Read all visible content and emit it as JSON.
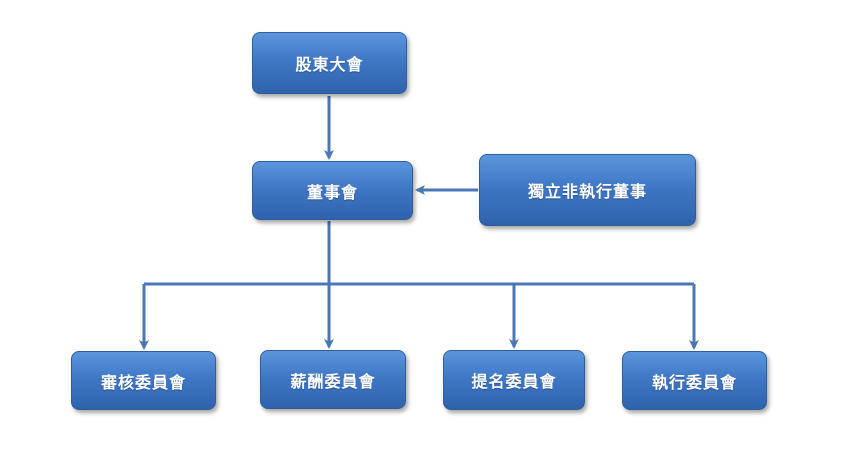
{
  "org_chart": {
    "shareholders_meeting": "股東大會",
    "board": "董事會",
    "independent_directors": "獨立非執行董事",
    "committees": [
      "審核委員會",
      "薪酬委員會",
      "提名委員會",
      "執行委員會"
    ]
  },
  "colors": {
    "box_fill_top": "#5b95dd",
    "box_fill_bottom": "#2f62ad",
    "box_border": "#2f5f9a",
    "connector": "#4a77b4",
    "text": "#ffffff"
  }
}
